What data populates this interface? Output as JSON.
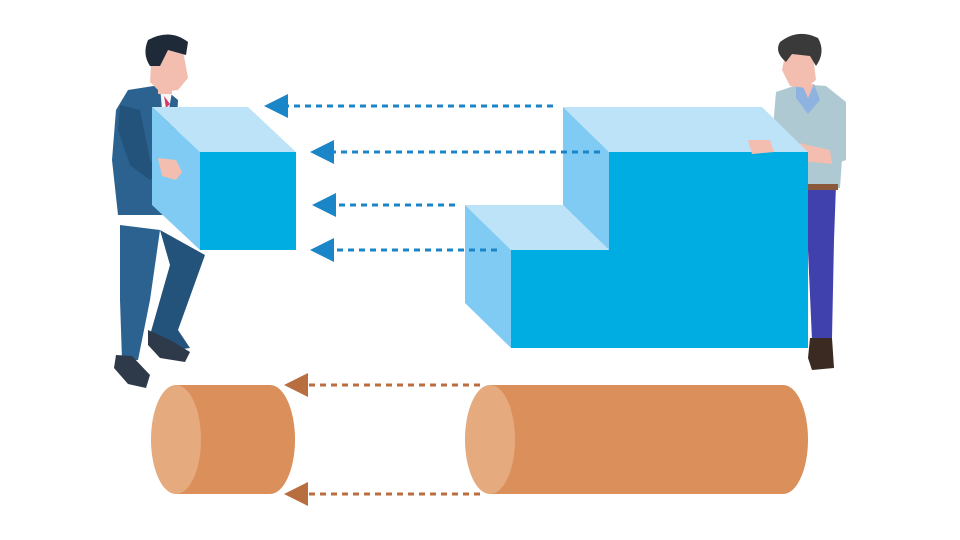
{
  "colors": {
    "box_front": "#00ADE2",
    "box_top": "#BDE3F8",
    "box_side": "#7FCBF3",
    "cylinder_body": "#DB8F5A",
    "cylinder_cap": "#E5AA7D",
    "arrow_blue": "#1A86C8",
    "arrow_brown": "#B96E3F",
    "suit": "#2C6290",
    "suit_dark": "#23527A",
    "skin": "#F3BEB0",
    "hair": "#1F2A38",
    "sweater": "#AEC9D2",
    "shirt": "#8FB3E0",
    "pants": "#4141AE",
    "shoe": "#3A2A22"
  },
  "figures": [
    {
      "name": "businessman",
      "role": "receiving small block"
    },
    {
      "name": "casual-man",
      "role": "holding step block"
    }
  ]
}
